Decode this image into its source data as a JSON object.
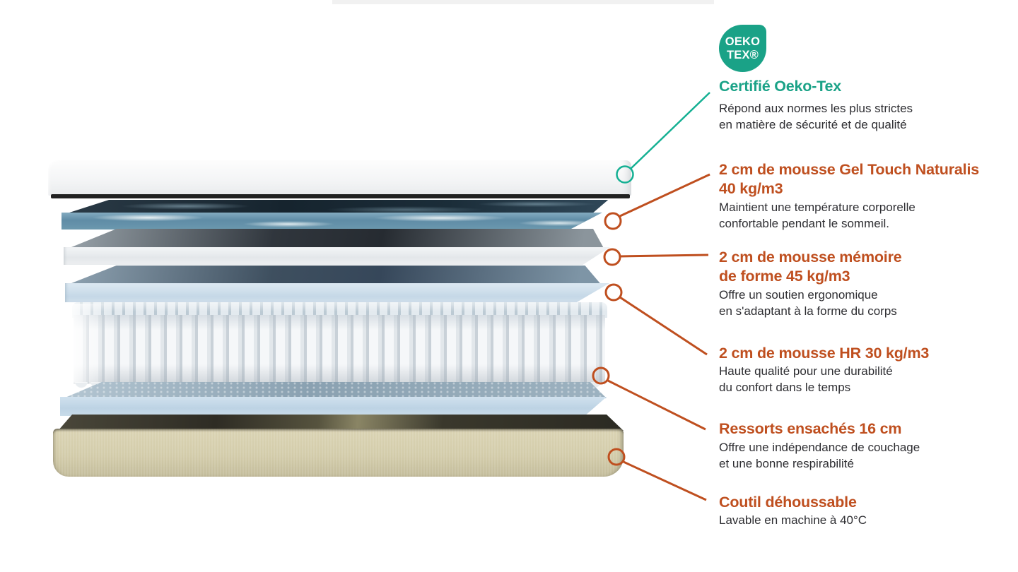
{
  "badge": {
    "line1": "OEKO",
    "line2": "TEX®"
  },
  "colors": {
    "teal_line": "#14b093",
    "teal_text": "#1aa287",
    "orange": "#bf4f1f",
    "body_text": "#2e2e32",
    "base_fabric": "#d3ccaa",
    "gel_blue": "#6b98ae",
    "foam_blue": "#c5d8e7"
  },
  "labels": {
    "oeko": {
      "title": "Certifié Oeko-Tex",
      "d1": "Répond aux normes les plus strictes",
      "d2": "en matière de sécurité et de qualité"
    },
    "gel": {
      "t1": "2 cm de mousse Gel Touch Naturalis",
      "t2": "40 kg/m3",
      "d1": "Maintient une température corporelle",
      "d2": "confortable pendant le sommeil."
    },
    "memory": {
      "t1": "2 cm de mousse mémoire",
      "t2": "de forme 45 kg/m3",
      "d1": "Offre un soutien ergonomique",
      "d2": "en s'adaptant à la forme du corps"
    },
    "hr": {
      "t1": "2 cm de mousse HR 30 kg/m3",
      "d1": "Haute qualité pour une durabilité",
      "d2": "du confort dans le temps"
    },
    "springs": {
      "t1": "Ressorts ensachés 16 cm",
      "d1": "Offre une indépendance de couchage",
      "d2": "et une bonne respirabilité"
    },
    "cover": {
      "t1": "Coutil déhoussable",
      "d1": "Lavable en machine à 40°C"
    }
  },
  "illustration_layers": [
    "quilted-top-cover",
    "gel-touch-naturalis-foam",
    "memory-foam",
    "hr-foam",
    "pocket-springs",
    "spring-base-foam",
    "removable-ticking-base"
  ]
}
